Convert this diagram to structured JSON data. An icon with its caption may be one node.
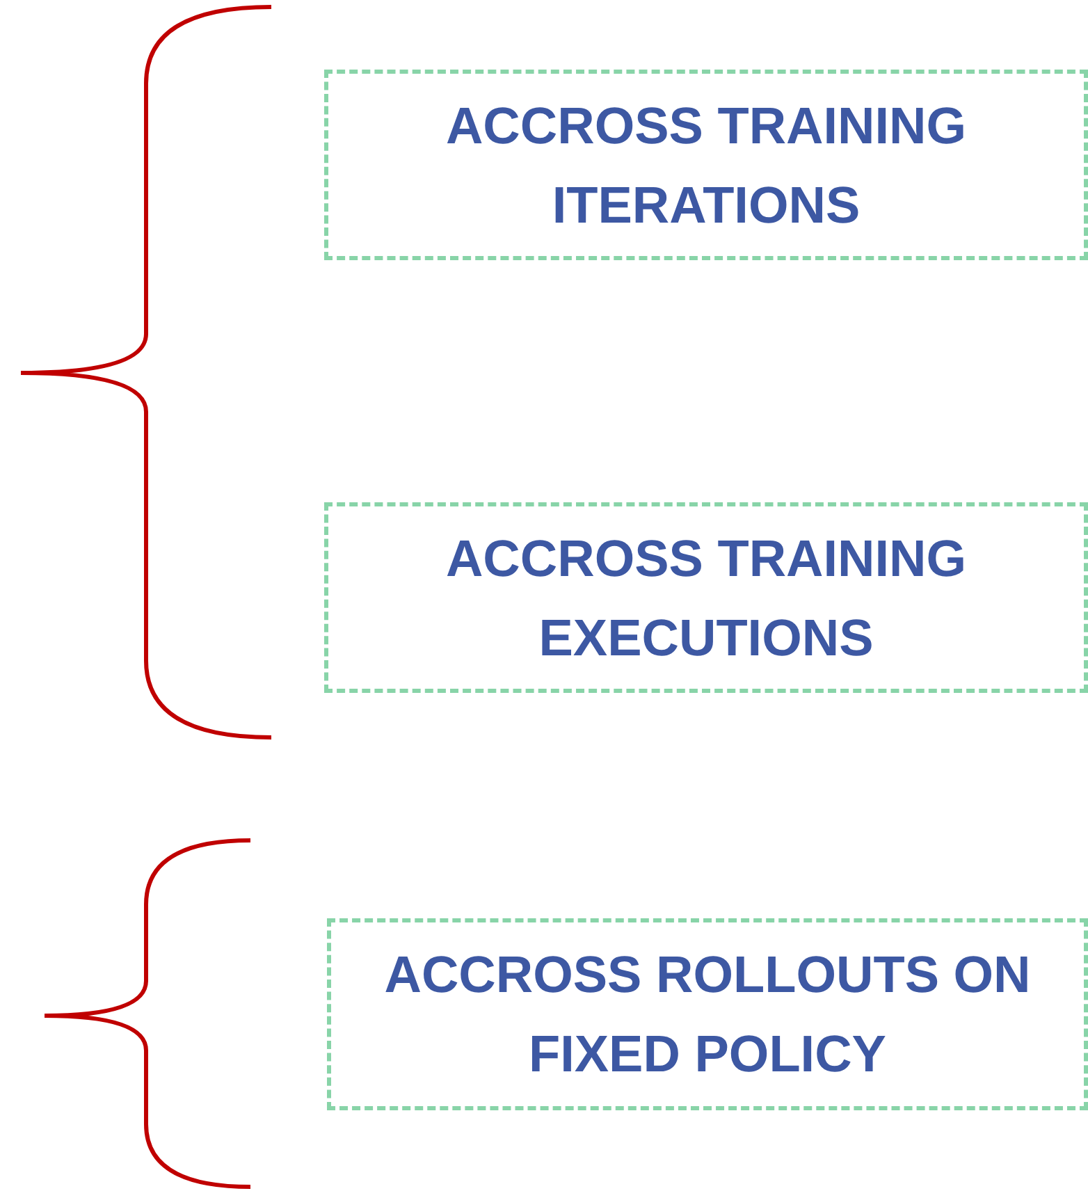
{
  "diagram": {
    "nodes": [
      {
        "text": [
          "ACCROSS TRAINING ITERATIONS"
        ]
      },
      {
        "text": [
          "ACCROSS TRAINING EXECUTIONS"
        ]
      },
      {
        "text": [
          "ACCROSS ROLLOUTS ON FIXED POLICY"
        ]
      }
    ]
  }
}
